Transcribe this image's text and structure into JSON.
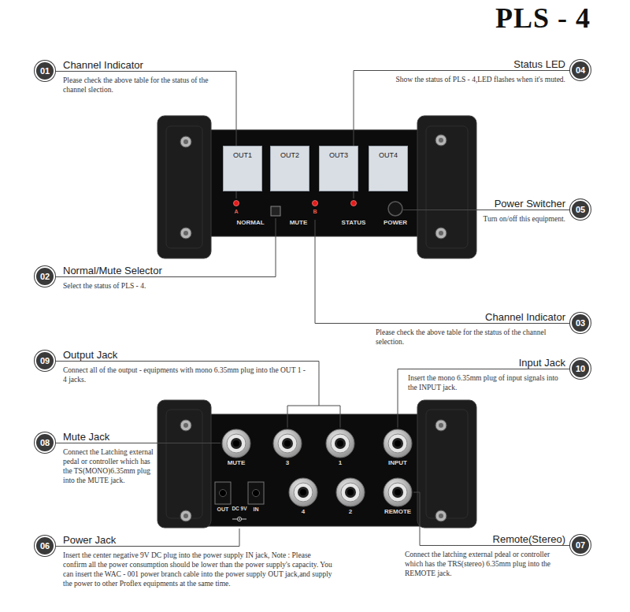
{
  "diagram": {
    "title": "PLS - 4",
    "nodes": [
      {
        "text": [
          "01",
          "Channel Indicator",
          "Please check the above table for the status of the channel slection."
        ]
      },
      {
        "text": [
          "04",
          "Status LED",
          "Show the status of PLS - 4,LED flashes when it's muted."
        ]
      },
      {
        "text": [
          "OUT1"
        ]
      },
      {
        "text": [
          "OUT2"
        ]
      },
      {
        "text": [
          "OUT3"
        ]
      },
      {
        "text": [
          "OUT4"
        ]
      },
      {
        "text": [
          "05",
          "Power Switcher",
          "Turn on/off this equipment."
        ]
      },
      {
        "text": [
          "02",
          "Normal/Mute Selector",
          "Select the status of PLS - 4."
        ]
      },
      {
        "text": [
          "03",
          "Channel Indicator",
          "Please check the above table for the status of the channel selection."
        ]
      },
      {
        "text": [
          "09",
          "Output Jack",
          "Connect all of the output - equipments with mono 6.35mm plug into the OUT 1 - 4 jacks."
        ]
      },
      {
        "text": [
          "10",
          "Input Jack",
          "Insert the mono 6.35mm plug of input signals into the INPUT jack."
        ]
      },
      {
        "text": [
          "08",
          "Mute Jack",
          "Connect the Latching external pedal or controller which has the TS(MONO)6.35mm plug into the MUTE jack."
        ]
      },
      {
        "text": [
          "06",
          "Power Jack",
          "Insert the center negative 9V DC plug into the power supply IN jack, Note : Please confirm all the power consumption should be lower than the power supply's capacity. You can insert the WAC - 001 power branch cable into the power supply OUT jack,and supply the power to other Proflex equipments at the same time."
        ]
      },
      {
        "text": [
          "07",
          "Remote(Stereo)",
          "Connect the latching external pdeal or controller which has the TRS(stereo) 6.35mm plug into the REMOTE jack."
        ]
      }
    ],
    "labels": [
      "A",
      "NORMAL",
      "MUTE",
      "B",
      "STATUS",
      "POWER",
      "MUTE",
      "3",
      "1",
      "INPUT",
      "4",
      "2",
      "REMOTE",
      "OUT",
      "DC 9V",
      "IN"
    ]
  }
}
